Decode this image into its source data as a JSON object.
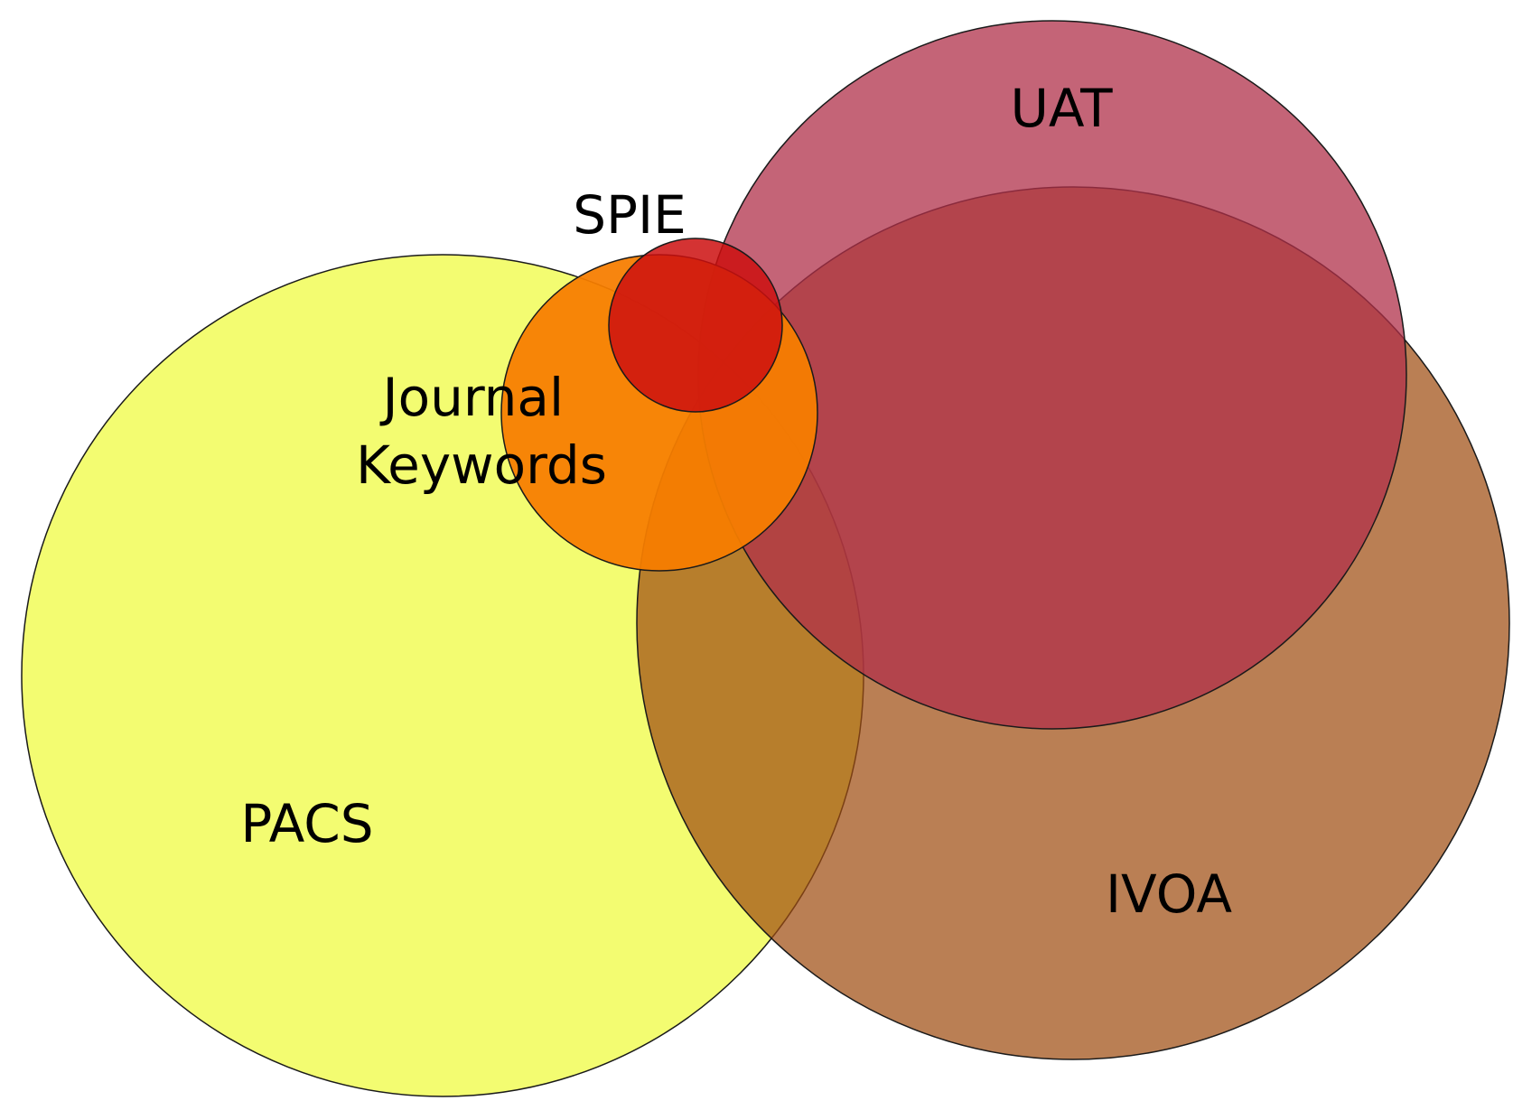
{
  "diagram": {
    "type": "venn",
    "sets": [
      {
        "id": "pacs",
        "label_lines": [
          "PACS"
        ],
        "color": "#eefb3a",
        "opacity": 0.72
      },
      {
        "id": "ivoa",
        "label_lines": [
          "IVOA"
        ],
        "color": "#a04d12",
        "opacity": 0.72
      },
      {
        "id": "uat",
        "label_lines": [
          "UAT"
        ],
        "color": "#b0304a",
        "opacity": 0.75
      },
      {
        "id": "journal-keywords",
        "label_lines": [
          "Journal",
          "Keywords"
        ],
        "color": "#f77d00",
        "opacity": 0.94
      },
      {
        "id": "spie",
        "label_lines": [
          "SPIE"
        ],
        "color": "#cc0f0f",
        "opacity": 0.85
      }
    ]
  }
}
